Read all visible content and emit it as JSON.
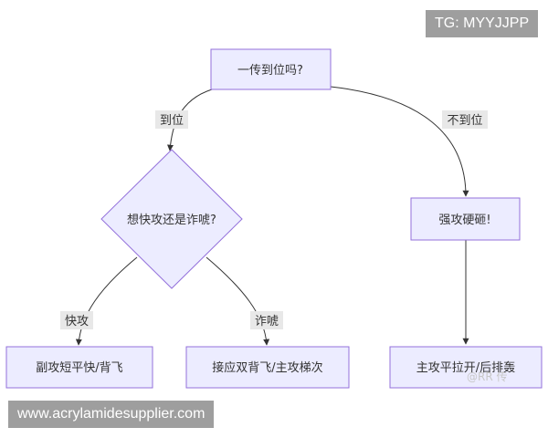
{
  "badges": {
    "top_right": "TG: MYYJJPP",
    "bottom_left": "www.acrylamidesupplier.com"
  },
  "watermark": "@RR 传",
  "colors": {
    "node_fill": "#ececff",
    "node_stroke": "#9370db",
    "edge": "#333333",
    "label_bg": "#e8e8e8",
    "badge_bg": "#9e9e9e"
  },
  "nodes": {
    "start": "一传到位吗?",
    "decision": "想快攻还是诈唬?",
    "hard_attack": "强攻硬砸!",
    "fast": "副攻短平快/背飞",
    "feint": "接应双背飞/主攻梯次",
    "main_attack": "主攻平拉开/后排轰"
  },
  "edges": {
    "yes": "到位",
    "no": "不到位",
    "fast": "快攻",
    "feint": "诈唬"
  }
}
